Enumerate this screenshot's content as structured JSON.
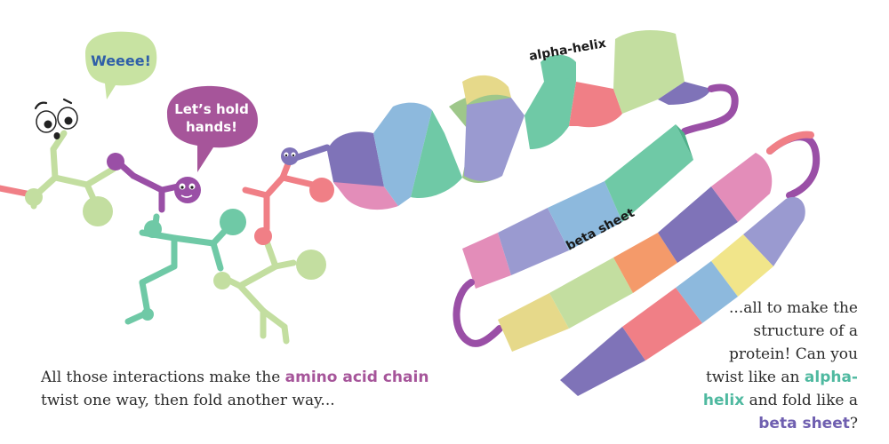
{
  "bubbles": {
    "weee": "Weeee!",
    "hold_line1": "Let’s hold",
    "hold_line2": "hands!"
  },
  "labels": {
    "alpha_helix": "alpha-helix",
    "beta_sheet": "beta sheet"
  },
  "caption_left": {
    "part1": "All those interactions make the ",
    "highlight": "amino acid chain",
    "part2": " twist one way, then fold another way..."
  },
  "caption_right": {
    "part1": "...all to make the structure of a protein! Can you twist like an ",
    "highlight1": "alpha-helix",
    "part2": " and fold like a ",
    "highlight2": "beta sheet",
    "part3": "?"
  },
  "colors": {
    "green": "#bfdc9a",
    "teal": "#6fc9a6",
    "purple": "#9a4fa6",
    "pink": "#f07f86",
    "violet": "#7f73b8",
    "blue": "#8db9dd",
    "yellow": "#f1e58a",
    "orange": "#f49a6a",
    "rose": "#e38db9",
    "highlight_purple": "#a6559a",
    "highlight_teal": "#4fb9a0",
    "highlight_violet": "#6f5fb0"
  }
}
